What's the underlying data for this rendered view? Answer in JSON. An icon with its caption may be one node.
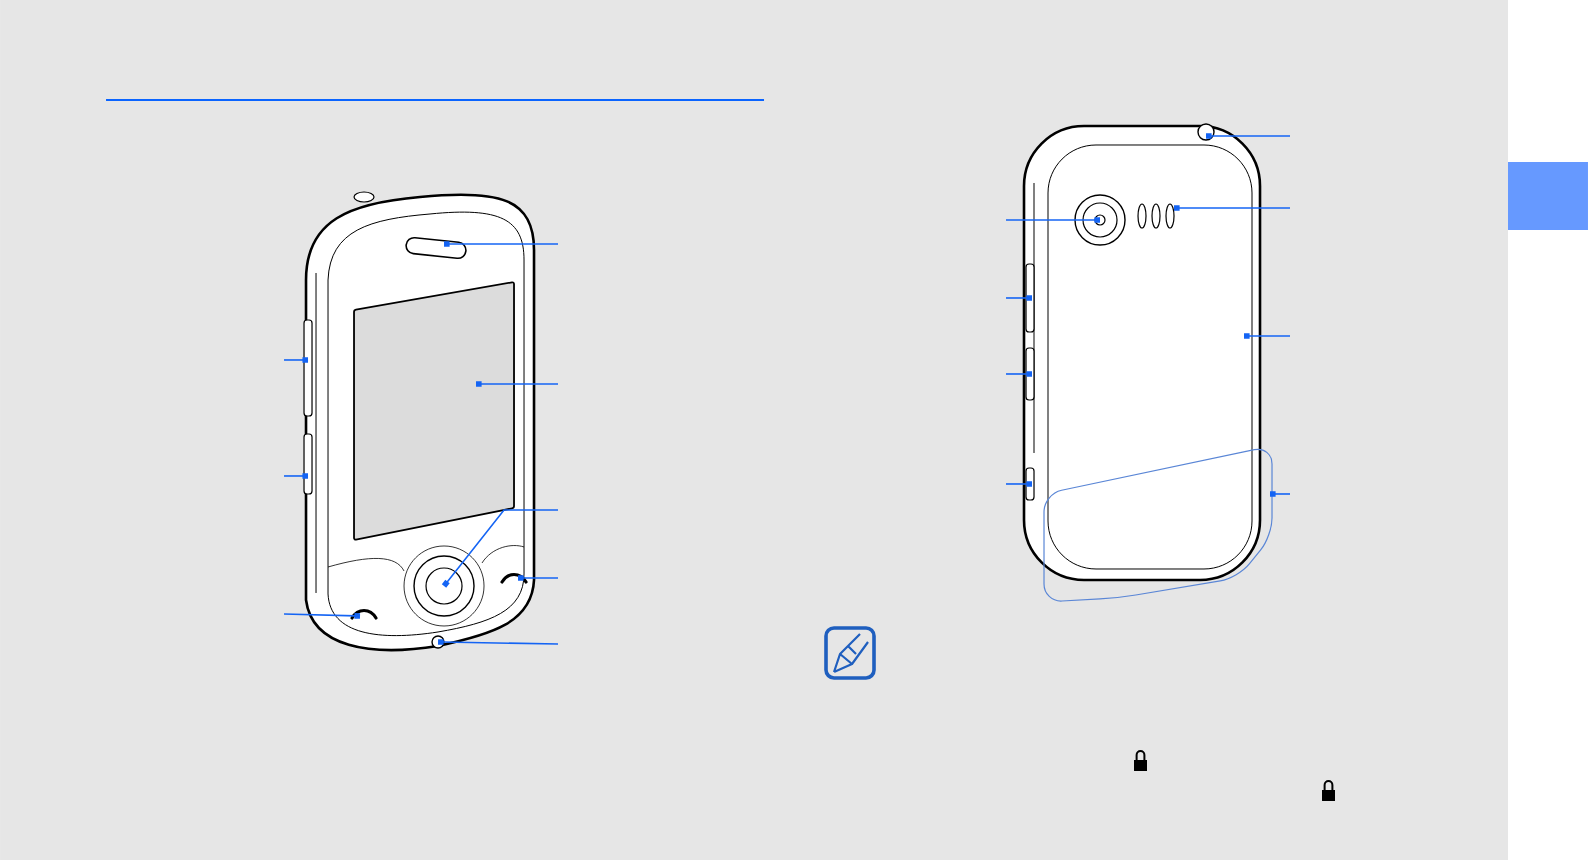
{
  "diagram": {
    "nodes": [
      {
        "text": [],
        "shape": "picture"
      },
      {
        "text": [],
        "shape": "box",
        "in": 0
      },
      {
        "text": [],
        "shape": "bar",
        "in": 0
      },
      {
        "text": [],
        "shape": "box",
        "in": 0
      },
      {
        "text": [],
        "shape": "bar",
        "in": 0
      },
      {
        "text": [],
        "shape": "circle",
        "in": 0
      },
      {
        "text": [],
        "shape": "picture",
        "in": 0
      },
      {
        "text": [],
        "shape": "picture",
        "in": 0
      },
      {
        "text": [],
        "shape": "circle",
        "in": 0
      },
      {
        "text": [],
        "shape": "picture"
      },
      {
        "text": [],
        "shape": "box",
        "in": 9
      },
      {
        "text": [],
        "shape": "circle",
        "in": 9
      },
      {
        "text": [],
        "shape": "circle",
        "in": 10
      },
      {
        "text": [],
        "shape": "picture",
        "in": 10
      },
      {
        "text": [],
        "shape": "bar",
        "in": 9
      },
      {
        "text": [],
        "shape": "bar",
        "in": 9
      },
      {
        "text": [],
        "shape": "bar",
        "in": 9
      },
      {
        "text": [],
        "shape": "box"
      }
    ],
    "edges": [
      {
        "from": null,
        "to": 1,
        "arrow": "other"
      },
      {
        "from": null,
        "to": 2,
        "arrow": "other"
      },
      {
        "from": null,
        "to": 3,
        "arrow": "other"
      },
      {
        "from": null,
        "to": 4,
        "arrow": "other"
      },
      {
        "from": null,
        "to": 5,
        "arrow": "other"
      },
      {
        "from": null,
        "to": 6,
        "arrow": "other"
      },
      {
        "from": null,
        "to": 7,
        "arrow": "other"
      },
      {
        "from": null,
        "to": 8,
        "arrow": "other"
      },
      {
        "from": null,
        "to": 11,
        "arrow": "other"
      },
      {
        "from": null,
        "to": 12,
        "arrow": "other"
      },
      {
        "from": null,
        "to": 13,
        "arrow": "other"
      },
      {
        "from": null,
        "to": 14,
        "arrow": "other"
      },
      {
        "from": null,
        "to": 10,
        "arrow": "other"
      },
      {
        "from": null,
        "to": 15,
        "arrow": "other"
      },
      {
        "from": null,
        "to": 17,
        "arrow": "other"
      },
      {
        "from": null,
        "to": 16,
        "arrow": "other"
      }
    ]
  }
}
